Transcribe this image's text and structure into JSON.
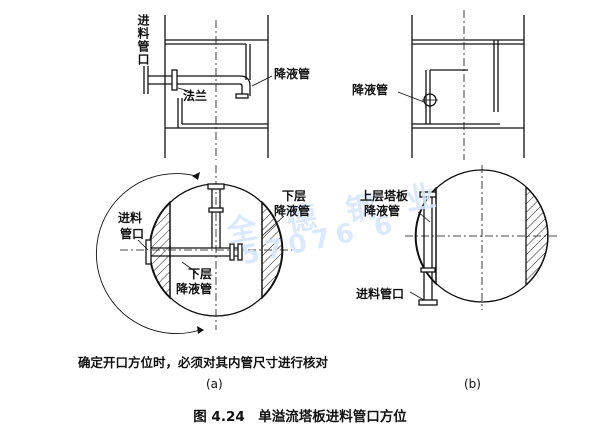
{
  "labels": {
    "feed_pipe_vertical": "进料管口",
    "flange": "法兰",
    "downcomer_top_a": "降液管",
    "lower_downcomer_right_1": "下层",
    "lower_downcomer_right_2": "降液管",
    "feed_nozzle_1": "进料",
    "feed_nozzle_2": "管口",
    "lower_downcomer_left_1": "下层",
    "lower_downcomer_left_2": "降液管",
    "note": "确定开口方位时，必须对其内管尺寸进行核对",
    "sub_a": "(a)",
    "downcomer_top_b": "降液管",
    "upper_tray_1": "上层塔板",
    "upper_tray_2": "降液管",
    "feed_nozzle_b": "进料管口",
    "sub_b": "(b)"
  },
  "caption": "图 4.24　单溢流塔板进料管口方位",
  "watermark": {
    "line1": "全 德 钢 业",
    "line2": "57076 6"
  }
}
